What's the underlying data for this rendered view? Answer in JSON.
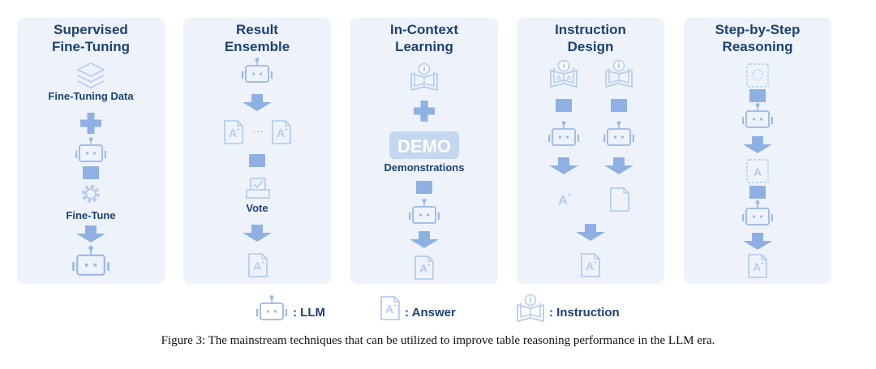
{
  "figure": {
    "panels": [
      {
        "title_line1": "Supervised",
        "title_line2": "Fine-Tuning",
        "labels": [
          "Fine-Tuning Data",
          "Fine-Tune"
        ]
      },
      {
        "title_line1": "Result",
        "title_line2": "Ensemble",
        "labels": [
          "Vote"
        ]
      },
      {
        "title_line1": "In-Context",
        "title_line2": "Learning",
        "labels": [
          "Demonstrations"
        ]
      },
      {
        "title_line1": "Instruction",
        "title_line2": "Design",
        "labels": []
      },
      {
        "title_line1": "Step-by-Step",
        "title_line2": "Reasoning",
        "labels": []
      }
    ],
    "demo_badge": "DEMO",
    "ellipsis": "···",
    "legend": [
      {
        "text": ": LLM",
        "icon": "robot-icon"
      },
      {
        "text": ": Answer",
        "icon": "answer-doc-icon"
      },
      {
        "text": ": Instruction",
        "icon": "instruction-book-icon"
      }
    ],
    "caption": "Figure 3: The mainstream techniques that can be utilized to improve table reasoning performance in the LLM era.",
    "colors": {
      "panel_bg": "#eef3fb",
      "title": "#1d4173",
      "icon": "#a9c4ea",
      "arrow": "#8fb0e3"
    }
  }
}
